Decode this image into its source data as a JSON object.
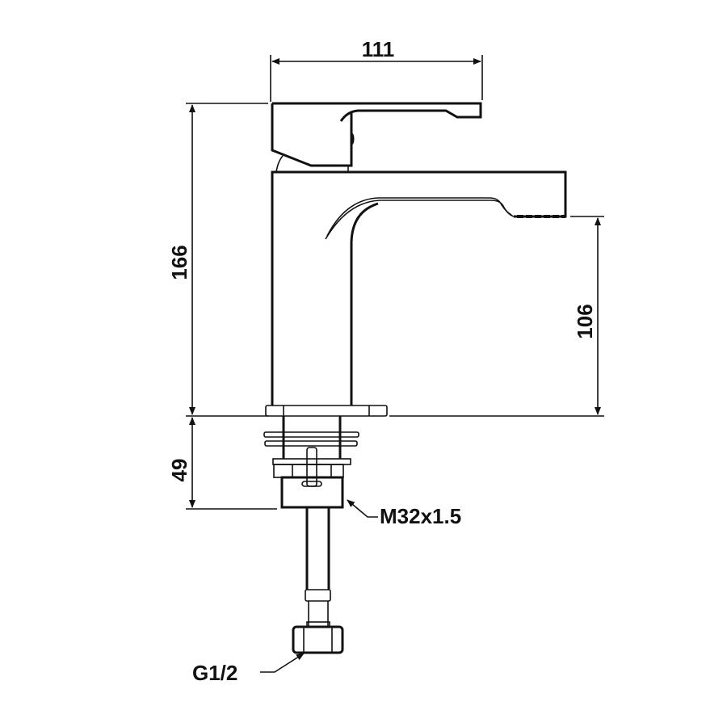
{
  "title": "Basin mixer tap dimension drawing",
  "dimensions": {
    "width_top": "111",
    "total_height": "166",
    "spout_height": "106",
    "below_deck": "49"
  },
  "callouts": {
    "thread_body": "M32x1.5",
    "connection": "G1/2"
  },
  "colors": {
    "line": "#111111",
    "background": "#ffffff"
  }
}
